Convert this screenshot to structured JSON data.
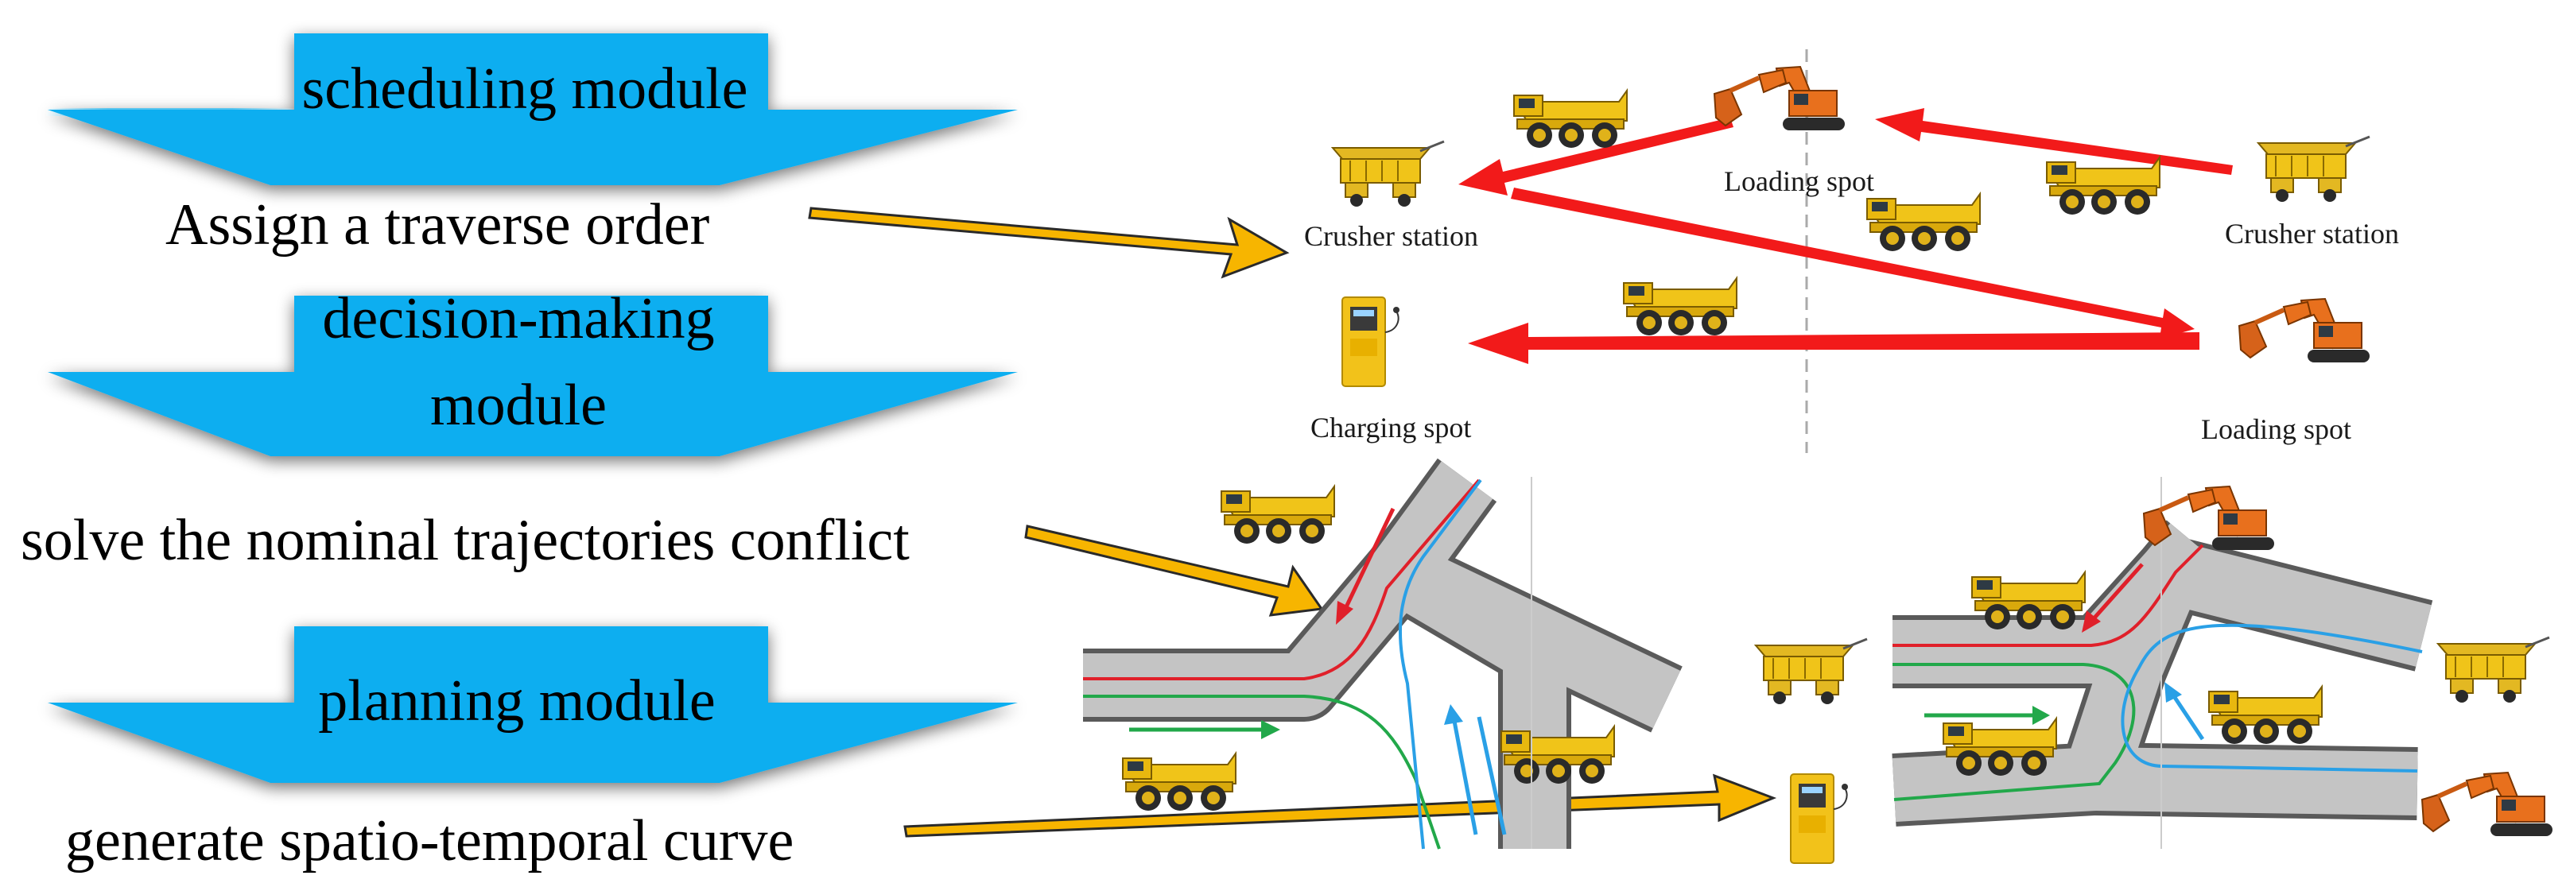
{
  "modules": [
    {
      "title_lines": [
        "scheduling module"
      ],
      "description": "Assign a traverse order"
    },
    {
      "title_lines": [
        "decision-making",
        "module"
      ],
      "description": "solve the  nominal trajectories  conflict"
    },
    {
      "title_lines": [
        "planning module"
      ],
      "description": "generate spatio-temporal curve"
    }
  ],
  "scheduling_map": {
    "labels": {
      "crusher_left": "Crusher station",
      "loading_top": "Loading spot",
      "crusher_right": "Crusher station",
      "charging": "Charging spot",
      "loading_bottom": "Loading spot"
    }
  },
  "colors": {
    "banner": "#0aaef0",
    "pointer_arrow": "#f7b500",
    "route_arrow": "#f21a1a",
    "road": "#c4c4c4",
    "truck": "#f0c419",
    "excavator": "#e8701d",
    "path_red": "#e0202a",
    "path_green": "#22a84a",
    "path_blue": "#2aa0e6"
  },
  "icons": [
    "dump-truck-icon",
    "excavator-icon",
    "crusher-icon",
    "charging-station-icon"
  ]
}
